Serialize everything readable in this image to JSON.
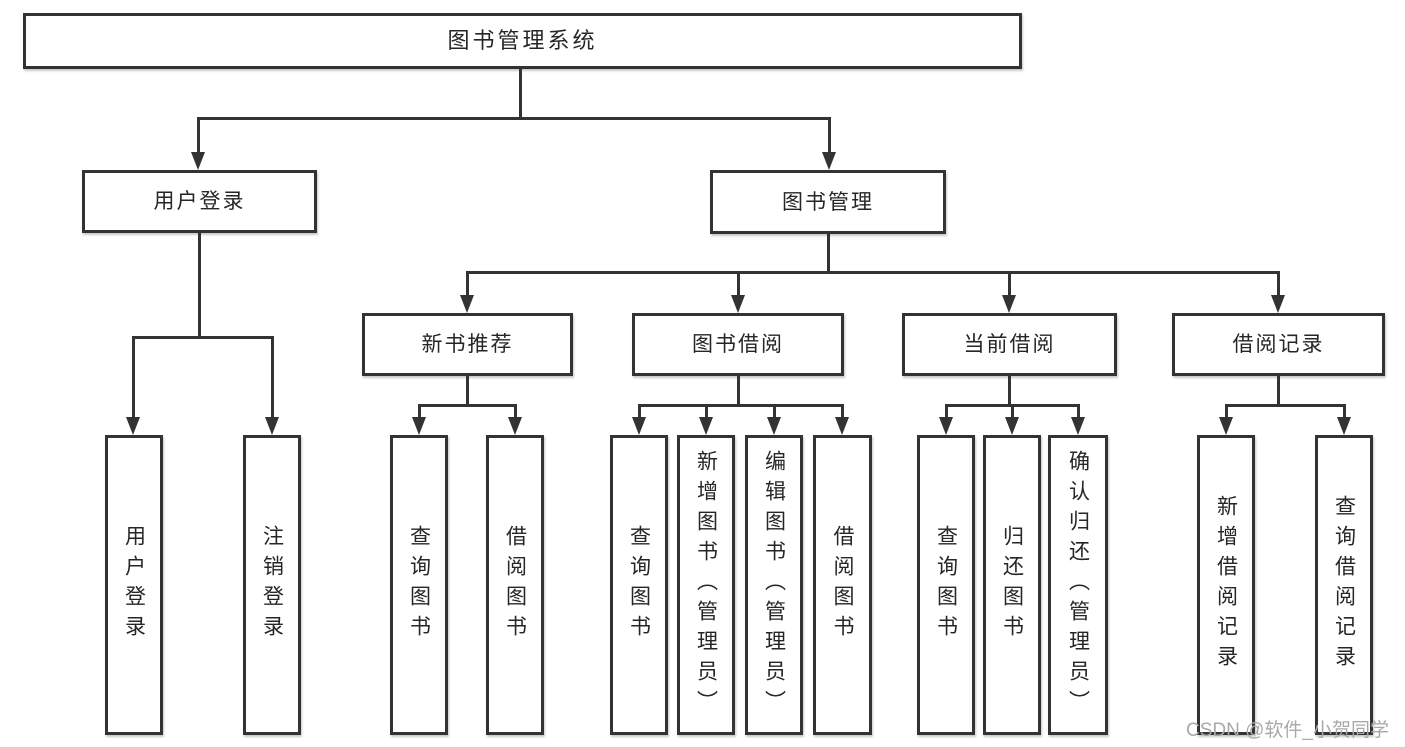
{
  "colors": {
    "line": "#333333",
    "text": "#262626",
    "watermark": "#a9a9a9",
    "background": "#ffffff"
  },
  "tree": {
    "label": "图书管理系统",
    "children": [
      {
        "label": "用户登录",
        "children": [
          {
            "label": "用户登录"
          },
          {
            "label": "注销登录"
          }
        ]
      },
      {
        "label": "图书管理",
        "children": [
          {
            "label": "新书推荐",
            "children": [
              {
                "label": "查询图书"
              },
              {
                "label": "借阅图书"
              }
            ]
          },
          {
            "label": "图书借阅",
            "children": [
              {
                "label": "查询图书"
              },
              {
                "label": "新增图书（管理员）"
              },
              {
                "label": "编辑图书（管理员）"
              },
              {
                "label": "借阅图书"
              }
            ]
          },
          {
            "label": "当前借阅",
            "children": [
              {
                "label": "查询图书"
              },
              {
                "label": "归还图书"
              },
              {
                "label": "确认归还（管理员）"
              }
            ]
          },
          {
            "label": "借阅记录",
            "children": [
              {
                "label": "新增借阅记录"
              },
              {
                "label": "查询借阅记录"
              }
            ]
          }
        ]
      }
    ]
  },
  "watermark": {
    "text": "CSDN @软件_小贺同学"
  }
}
